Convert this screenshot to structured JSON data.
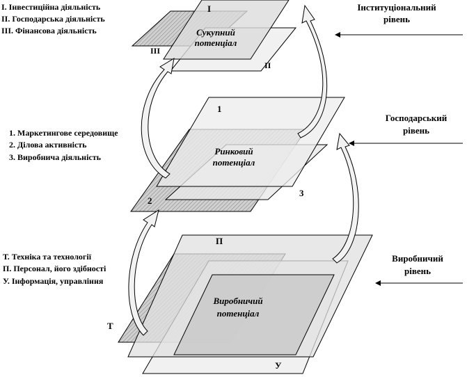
{
  "levels": {
    "institutional": {
      "legend": [
        "I. Інвестиційна діяльність",
        "II. Господарська діяльність",
        "III. Фінансова діяльність"
      ],
      "plane_labels": [
        "I",
        "II",
        "III"
      ],
      "center_title": [
        "Сукупний",
        "потенціал"
      ],
      "side_label": [
        "Інституціональний",
        "рівень"
      ]
    },
    "economic": {
      "legend": [
        "1. Маркетингове середовище",
        "2. Ділова активність",
        "3. Виробнича діяльність"
      ],
      "plane_labels": [
        "1",
        "2",
        "3"
      ],
      "center_title": [
        "Ринковий",
        "потенціал"
      ],
      "side_label": [
        "Господарський",
        "рівень"
      ]
    },
    "production": {
      "legend": [
        "Т. Техніка та технології",
        "П. Персонал, його здібності",
        "У. Інформація, управління"
      ],
      "plane_labels": [
        "П",
        "Т",
        "У"
      ],
      "center_title": [
        "Виробничий",
        "потенціал"
      ],
      "side_label": [
        "Виробничий",
        "рівень"
      ]
    }
  },
  "colors": {
    "stroke": "#000000",
    "plane_light": "#f4f4f4",
    "plane_mid": "#c8c8c8",
    "hatch": "#8a8a8a"
  },
  "icons": [
    "right-arrow-icon",
    "curved-up-arrow-icon"
  ]
}
